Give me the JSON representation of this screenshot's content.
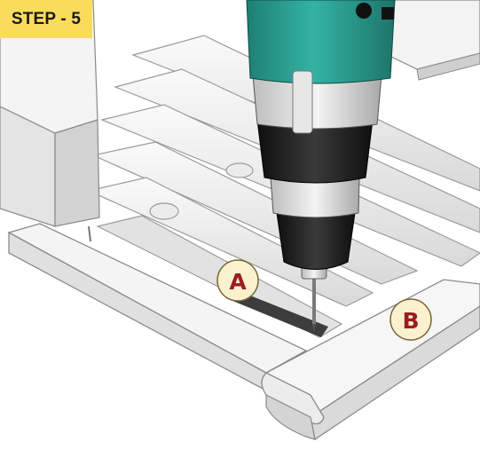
{
  "step_label": "STEP - 5",
  "callouts": [
    {
      "letter": "A"
    },
    {
      "letter": "B"
    }
  ],
  "colors": {
    "badge": "#f9dc5c",
    "callout_fill": "#fbf1cf",
    "callout_text": "#9c1c22",
    "drill_body": "#2c9f92",
    "drill_dark": "#1c1c1c",
    "bench_wood": "#f1f1f1",
    "bench_outline": "#8a8a8a"
  },
  "icons": [
    "drill-icon"
  ]
}
